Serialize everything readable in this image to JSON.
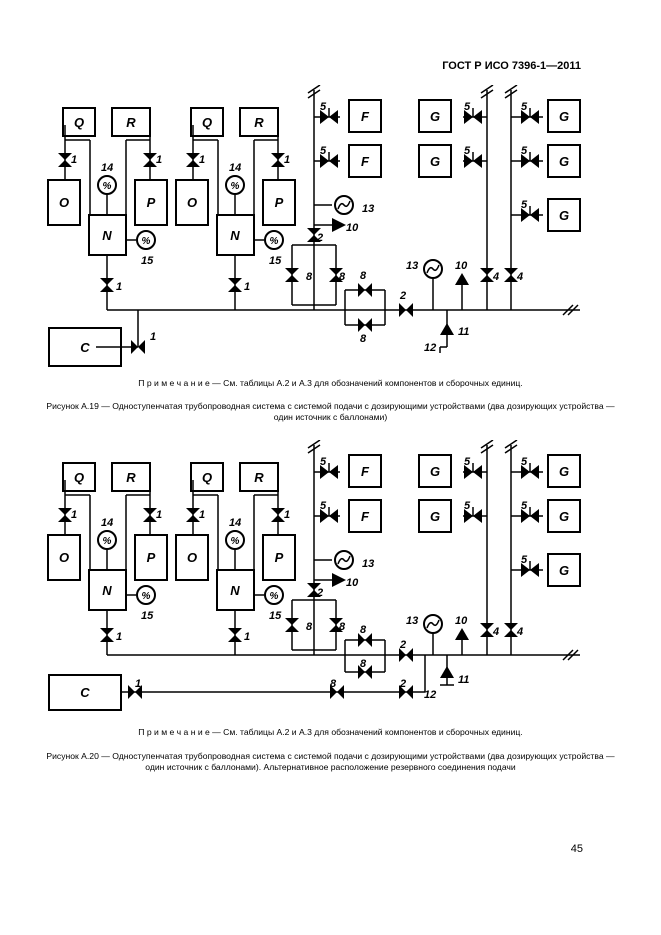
{
  "header": {
    "standard": "ГОСТ Р ИСО 7396-1—2011"
  },
  "labels": {
    "Q": "Q",
    "R": "R",
    "O": "O",
    "P": "P",
    "N": "N",
    "C": "C",
    "F": "F",
    "G": "G",
    "pct": "%",
    "n1": "1",
    "n2": "2",
    "n4": "4",
    "n5": "5",
    "n8": "8",
    "n10": "10",
    "n11": "11",
    "n12": "12",
    "n13": "13",
    "n14": "14",
    "n15": "15"
  },
  "figure1": {
    "note": "П р и м е ч а н и е — См. таблицы А.2 и А.3 для обозначений компонентов и сборочных единиц.",
    "caption": "Рисунок А.19 — Одноступенчатая трубопроводная система с системой подачи с дозирующими устройствами (два дозирующих устройства — один источник с баллонами)"
  },
  "figure2": {
    "note": "П р и м е ч а н и е — См. таблицы А.2 и А.3 для обозначений компонентов и сборочных единиц.",
    "caption": "Рисунок А.20 — Одноступенчатая трубопроводная система с системой подачи с дозирующими устройствами (два дозирующих устройства — один источник с баллонами). Альтернативное расположение резервного соединения подачи"
  },
  "page_number": "45"
}
